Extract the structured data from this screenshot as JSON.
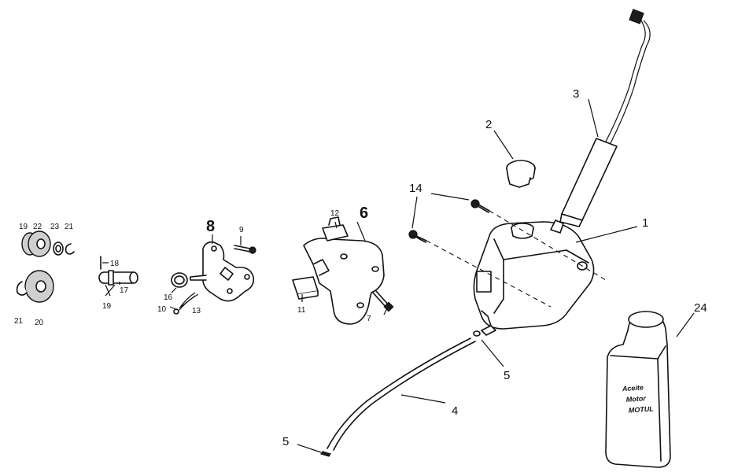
{
  "callouts": {
    "c1": "1",
    "c2": "2",
    "c3": "3",
    "c4": "4",
    "c5a": "5",
    "c5b": "5",
    "c6": "6",
    "c7": "7",
    "c8": "8",
    "c9": "9",
    "c10": "10",
    "c11": "11",
    "c12": "12",
    "c13": "13",
    "c14": "14",
    "c16": "16",
    "c17": "17",
    "c18": "18",
    "c19a": "19",
    "c19b": "19",
    "c20": "20",
    "c21a": "21",
    "c21b": "21",
    "c22": "22",
    "c23": "23",
    "c24": "24"
  },
  "bottle_label": {
    "line1": "Aceite",
    "line2": "Motor",
    "line3": "MOTUL"
  }
}
